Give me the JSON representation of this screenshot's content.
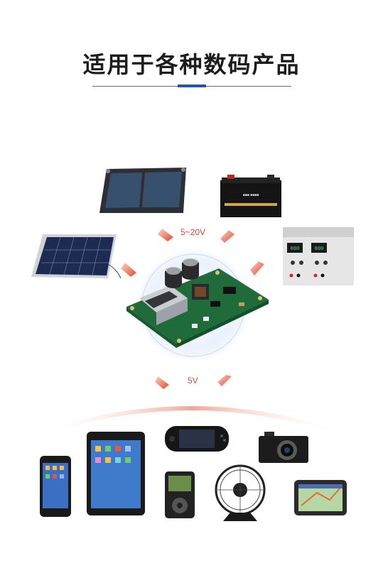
{
  "heading": "适用于各种数码产品",
  "input_voltage": "5~20V",
  "output_voltage": "5V",
  "sources": [
    "foldable-solar-panel",
    "lead-acid-battery",
    "solar-panel",
    "dc-power-supply"
  ],
  "devices": [
    "smartphone",
    "tablet",
    "handheld-game-console",
    "digital-camera",
    "music-player",
    "usb-fan",
    "gps-navigator"
  ],
  "colors": {
    "title": "#1c1c1c",
    "accent": "#1d57b0",
    "arrow": "#e0492c",
    "pcb": "#1f6b3a"
  }
}
